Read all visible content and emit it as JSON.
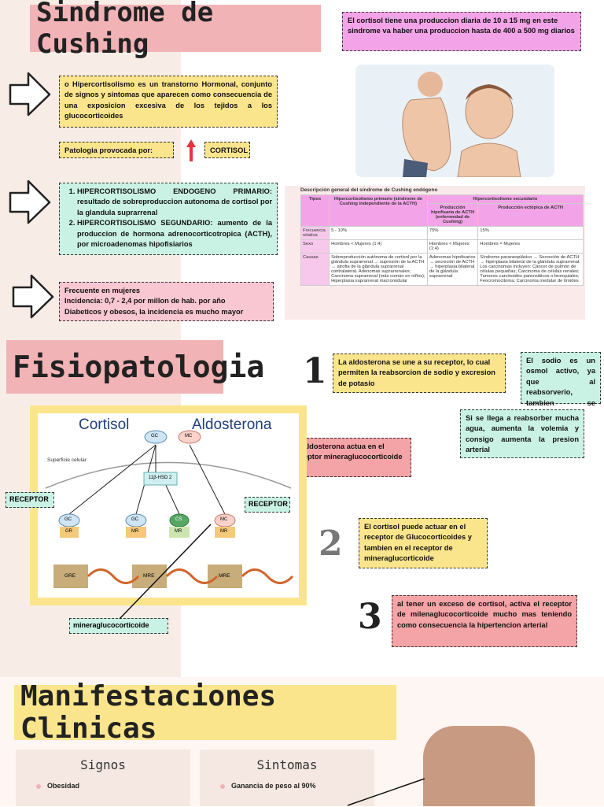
{
  "titles": {
    "main": "Sindrome de Cushing",
    "fisio": "Fisiopatologia",
    "manifest": "Manifestaciones Clinicas"
  },
  "notes": {
    "cortisol_production": "El cortisol tiene una produccion diaria de 10 a 15 mg en este sindrome va haber una produccion hasta de 400 a 500 mg diarios",
    "definition": "o Hipercortisolismo es un transtorno Hormonal, conjunto de signos y sintomas que aparecen como consecuencia de una exposicion excesiva de los tejidos a los glucocorticoides",
    "pathology_label": "Patologia provocada por:",
    "pathology_value": "CORTISOL",
    "types": [
      "HIPERCORTISOLISMO ENDOGENO PRIMARIO: resultado de sobreproduccion autonoma de cortisol por la glandula suprarrenal",
      "HIPERCORTISOLISMO SEGUNDARIO: aumento de la produccion de hormona adrenocorticotropica (ACTH), por microadenomas hipofisiarios"
    ],
    "epidemiology": [
      "Frecuente en mujeres",
      "Incidencia: 0,7 - 2,4 por millon de hab. por año",
      "Diabeticos y obesos, la incidencia es mucho mayor"
    ],
    "step1": "La aldosterona se une a su receptor, lo cual permiten la reabsorcion de sodio y excresion de potasio",
    "sodium": "El sodio es un osmol activo, ya que al reabsorverio, tambien se reabsorse agua",
    "volemia": "Si se llega a reabsorber mucha agua, aumenta la volemia y consigo aumenta la presion arterial",
    "aldo_receptor": "La aldosterona actua en el receptor mineraglucocorticoide",
    "step2": "El cortisol puede actuar en el receptor de Glucocorticoides y tambien en el receptor de mineraglucorticoide",
    "step3": "al tener un exceso de cortisol, activa el receptor de milenaglucocorticoide mucho mas teniendo como consecuencia la hipertencion arterial"
  },
  "numbers": [
    "1",
    "2",
    "3"
  ],
  "diagram": {
    "cortisol": "Cortisol",
    "aldosterona": "Aldosterona",
    "surface": "Superficie celular",
    "gc": "GC",
    "mc": "MC",
    "hsd": "11β-HSD 2",
    "gr": "GR",
    "mr": "MR",
    "cs": "CS",
    "gre": "GRE",
    "mre": "MRE",
    "receptor": "RECEPTOR",
    "mineral": "mineraglucocorticoide"
  },
  "table": {
    "caption": "Descripción general del síndrome de Cushing endógeno",
    "header_secondary": "Hipercortisolismo secundario",
    "col_tipos": "Tipos",
    "col_primary": "Hipercortisolismo primario (síndrome de Cushing independiente de la ACTH)",
    "col_pituitary": "Producción hipofisaria de ACTH (enfermedad de Cushing)",
    "col_ectopic": "Producción ectópica de ACTH",
    "rows": [
      [
        "Frecuencia relativa",
        "5 - 10%",
        "75%",
        "15%"
      ],
      [
        "Sexo",
        "Hombres < Mujeres (1:4)",
        "Hombres < Mujeres (1:4)",
        "Hombres = Mujeres"
      ],
      [
        "Causas",
        "Sobreproducción autónoma de cortisol por la glándula suprarrenal → supresión de la ACTH → atrofia de la glándula suprarrenal contralateral. Adenomas suprarrenales; Carcinoma suprarrenal (más común en niños); Hiperplasia suprarrenal macronodular",
        "Adenomas hipofisarios → secreción de ACTH → hiperplasia bilateral de la glándula suprarrenal",
        "Síndrome paraneoplásico → Secreción de ACTH → hiperplasia bilateral de la glándula suprarrenal. Los carcinomas incluyen: Cáncer de pulmón de células pequeñas; Carcinoma de células renales; Tumores carcinoides pancreáticos o bronquiales; Feocromocitoma; Carcinoma medular de tiroides"
      ]
    ]
  },
  "cards": {
    "signos_title": "Signos",
    "signos_items": [
      "Obesidad"
    ],
    "sintomas_title": "Sintomas",
    "sintomas_items": [
      "Ganancia de peso al 90%"
    ]
  },
  "colors": {
    "pink_title": "#f2b3b6",
    "yellow": "#fbe58c",
    "mint": "#c9f2e4",
    "magenta": "#f3a4e8",
    "salmon": "#f4a3a6"
  }
}
